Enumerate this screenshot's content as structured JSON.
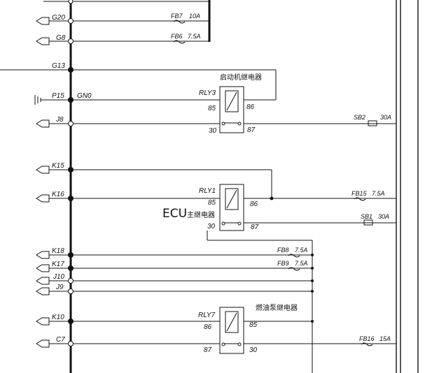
{
  "connectors": {
    "g20": "G20",
    "g8": "G8",
    "g13": "G13",
    "p15": "P15",
    "j8": "J8",
    "k15": "K15",
    "k16": "K16",
    "k18": "K18",
    "k17": "K17",
    "j10": "J10",
    "j9": "J9",
    "k10": "K10",
    "c7": "C7"
  },
  "ground_label": "GN0",
  "fuses": {
    "fb7": "FB7",
    "fb7_rating": "10A",
    "fb6": "FB6",
    "fb6_rating": "7.5A",
    "sb2": "SB2",
    "sb2_rating": "30A",
    "fb15": "FB15",
    "fb15_rating": "7.5A",
    "sb1": "SB1",
    "sb1_rating": "30A",
    "fb8": "FB8",
    "fb8_rating": "7.5A",
    "fb9": "FB9",
    "fb9_rating": "7.5A",
    "fb16": "FB16",
    "fb16_rating": "15A"
  },
  "relays": {
    "rly3": {
      "id": "RLY3",
      "title": "启动机继电器",
      "pin_a": "85",
      "pin_b": "86",
      "pin_c": "30",
      "pin_d": "87"
    },
    "rly1": {
      "id": "RLY1",
      "title_ecu": "ECU",
      "title_cn": "主继电器",
      "pin_a": "85",
      "pin_b": "86",
      "pin_c": "30",
      "pin_d": "87"
    },
    "rly7": {
      "id": "RLY7",
      "title": "燃油泵继电器",
      "pin_a": "86",
      "pin_b": "85",
      "pin_c": "87",
      "pin_d": "30"
    }
  }
}
